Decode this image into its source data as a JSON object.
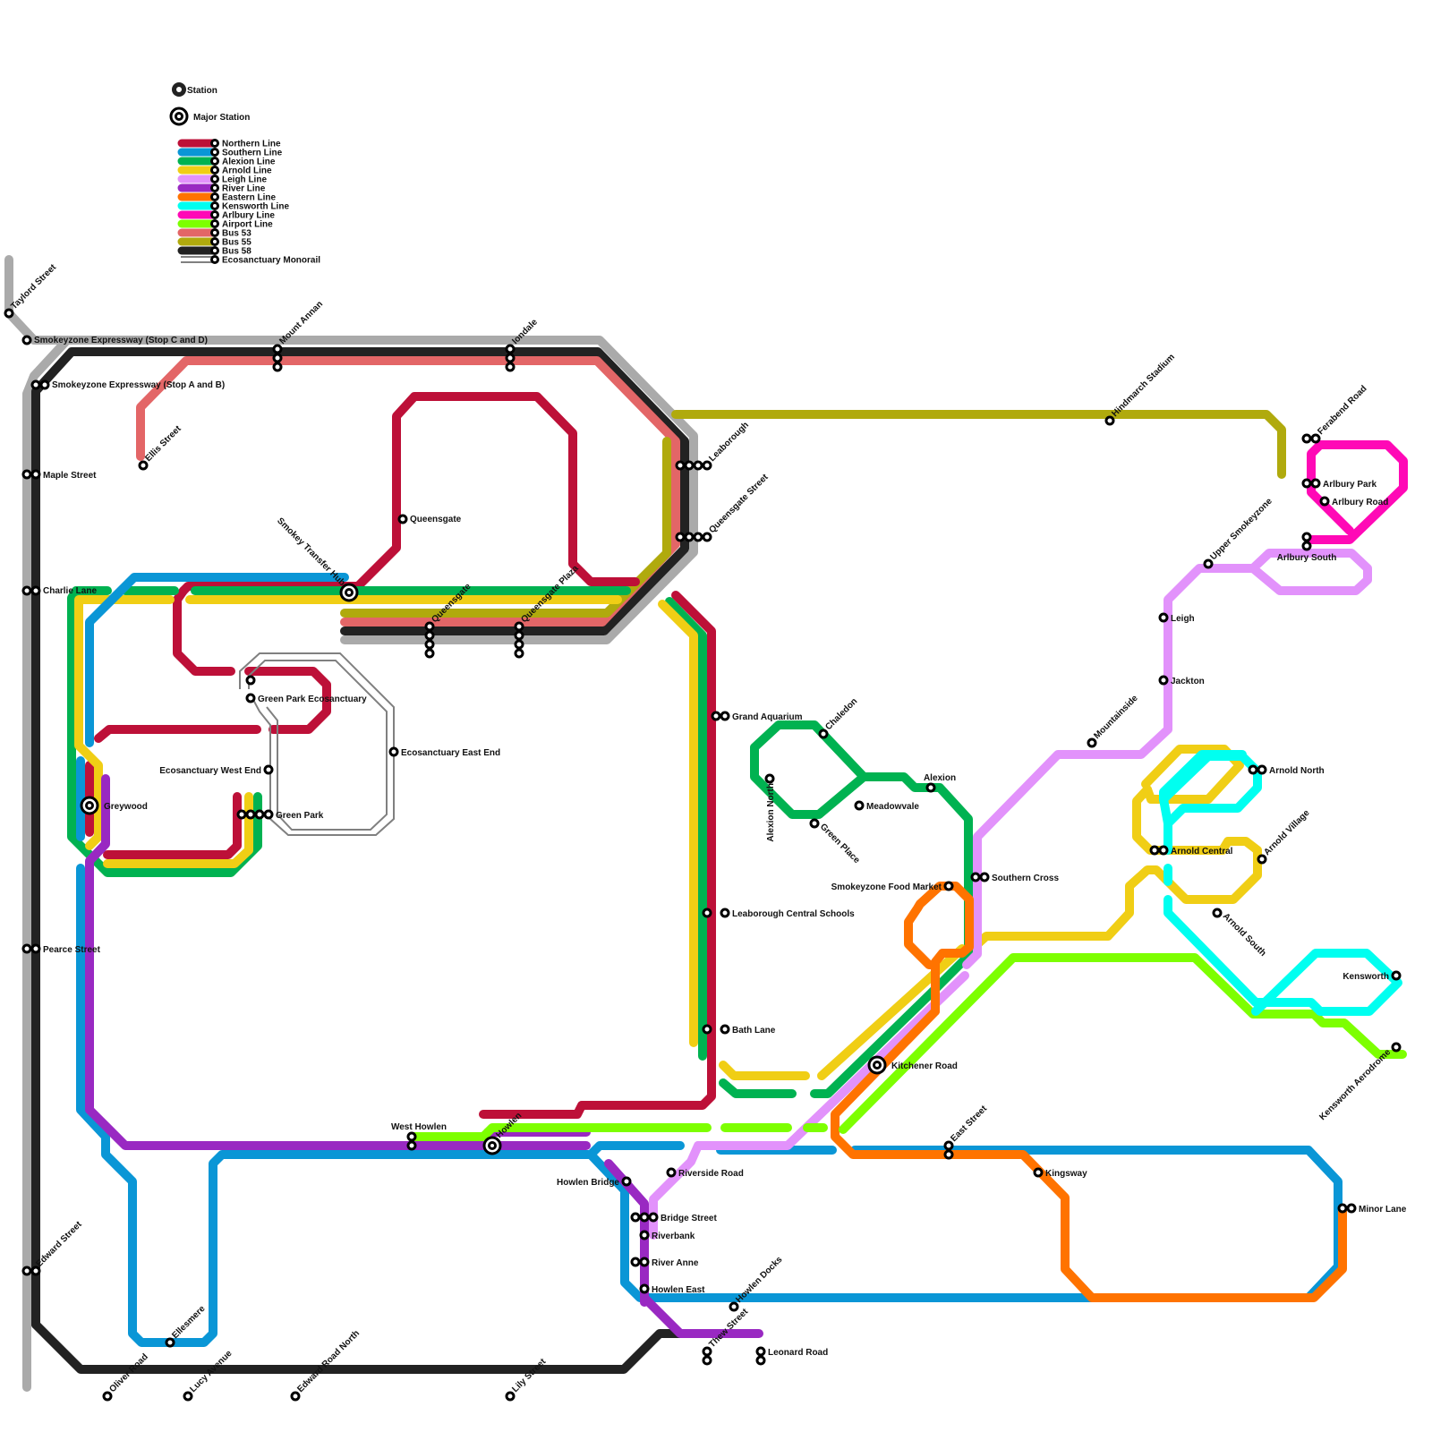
{
  "legend": {
    "station_label": "Station",
    "major_station_label": "Major Station",
    "lines": [
      {
        "name": "Northern Line",
        "color": "#bd1038"
      },
      {
        "name": "Southern Line",
        "color": "#0a96d6"
      },
      {
        "name": "Alexion Line",
        "color": "#00b251"
      },
      {
        "name": "Arnold Line",
        "color": "#f0ce15"
      },
      {
        "name": "Leigh Line",
        "color": "#e292fb"
      },
      {
        "name": "River Line",
        "color": "#9929c2"
      },
      {
        "name": "Eastern Line",
        "color": "#ff7300"
      },
      {
        "name": "Kensworth Line",
        "color": "#00fff0"
      },
      {
        "name": "Arlbury Line",
        "color": "#ff09b6"
      },
      {
        "name": "Airport Line",
        "color": "#7dff00"
      },
      {
        "name": "Bus 53",
        "color": "#e36667"
      },
      {
        "name": "Bus 55",
        "color": "#b0aa0d"
      },
      {
        "name": "Bus 58",
        "color": "#222222"
      },
      {
        "name": "Ecosanctuary Monorail",
        "color": "#808080"
      }
    ]
  },
  "stations": {
    "taylord_street": "Taylord Street",
    "smokeyzone_cd": "Smokeyzone Expressway (Stop C and D)",
    "smokeyzone_ab": "Smokeyzone Expressway (Stop A and B)",
    "mount_annan": "Mount Annan",
    "iondale": "Iondale",
    "ellis_street": "Ellis Street",
    "maple_street": "Maple Street",
    "charlie_lane": "Charlie Lane",
    "pearce_street": "Pearce Street",
    "edward_street": "Edward Street",
    "oliver_road": "Oliver Road",
    "lucy_avenue": "Lucy Avenue",
    "edward_road_north": "Edward Road North",
    "lily_street": "Lily Street",
    "ellesmere": "Ellesmere",
    "queensgate_north": "Queensgate",
    "queensgate_south": "Queensgate",
    "queensgate_plaza": "Queensgate Plaza",
    "smokey_transfer_hub": "Smokey Transfer Hub",
    "leaborough": "Leaborough",
    "queensgate_street": "Queensgate Street",
    "green_park_ecosanctuary": "Green Park Ecosanctuary",
    "ecosanctuary_east_end": "Ecosanctuary East End",
    "ecosanctuary_west_end": "Ecosanctuary West End",
    "green_park": "Green Park",
    "greywood": "Greywood",
    "grand_aquarium": "Grand Aquarium",
    "leaborough_central_schools": "Leaborough Central Schools",
    "bath_lane": "Bath Lane",
    "chaledon": "Chaledon",
    "alexion_north": "Alexion North",
    "meadowvale": "Meadowvale",
    "green_place": "Green Place",
    "alexion": "Alexion",
    "southern_cross": "Southern Cross",
    "smokeyzone_food_market": "Smokeyzone Food Market",
    "kitchener_road": "Kitchener Road",
    "mountainside": "Mountainside",
    "hindmarch_stadium": "Hindmarch Stadium",
    "ferabend_road": "Ferabend Road",
    "arlbury_park": "Arlbury Park",
    "arlbury_road": "Arlbury Road",
    "arlbury_south": "Arlbury South",
    "upper_smokeyzone": "Upper Smokeyzone",
    "leigh": "Leigh",
    "jackton": "Jackton",
    "arnold_north": "Arnold North",
    "arnold_central": "Arnold Central",
    "arnold_village": "Arnold Village",
    "arnold_south": "Arnold South",
    "kensworth": "Kensworth",
    "kensworth_aerodrome": "Kensworth Aerodrome",
    "west_howlen": "West Howlen",
    "howlen": "Howlen",
    "howlen_bridge": "Howlen Bridge",
    "riverside_road": "Riverside Road",
    "bridge_street": "Bridge Street",
    "riverbank": "Riverbank",
    "river_anne": "River Anne",
    "howlen_east": "Howlen East",
    "howlen_docks": "Howlen Docks",
    "thew_street": "Thew Street",
    "leonard_road": "Leonard Road",
    "east_street": "East Street",
    "kingsway": "Kingsway",
    "minor_lane": "Minor Lane"
  }
}
